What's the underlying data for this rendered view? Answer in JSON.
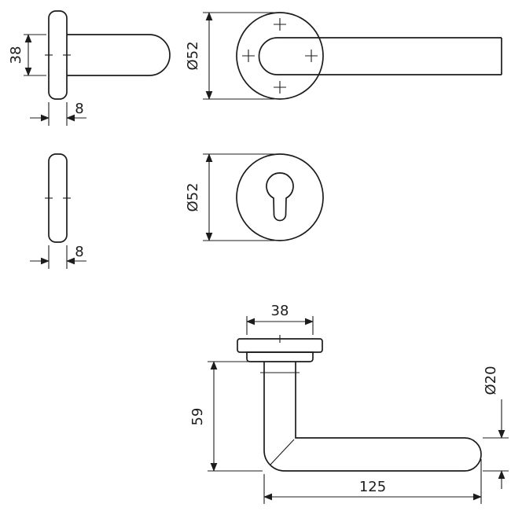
{
  "page": {
    "background_color": "#ffffff",
    "line_color": "#1c1c1c"
  },
  "views": {
    "handle_side_view": {
      "dim_height": "38",
      "dim_thickness": "8"
    },
    "handle_rose_front_view": {
      "dim_diameter": "Ø52"
    },
    "escutcheon_side_view": {
      "dim_thickness": "8"
    },
    "escutcheon_front_view": {
      "dim_diameter": "Ø52"
    },
    "handle_front_view": {
      "dim_rose_width": "38",
      "dim_neck_height": "59",
      "dim_lever_length": "125",
      "dim_lever_diameter": "Ø20"
    }
  }
}
